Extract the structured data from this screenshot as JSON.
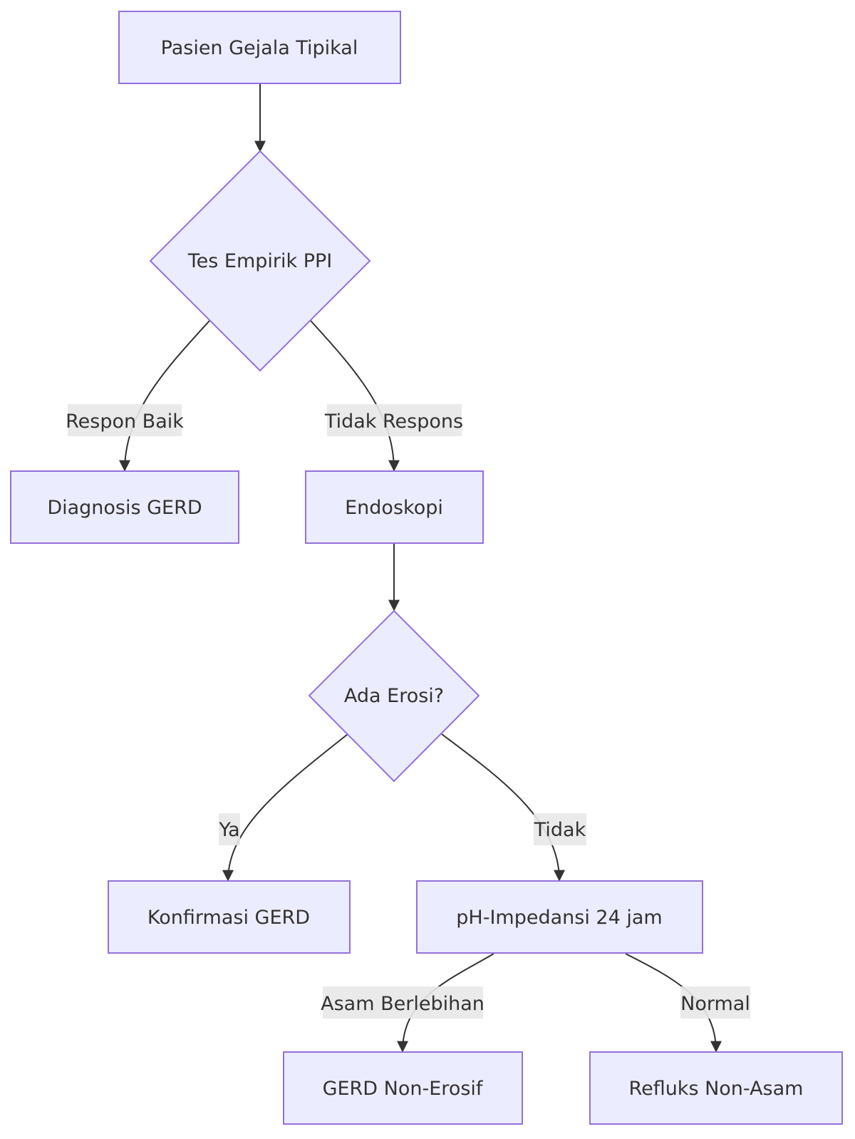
{
  "colors": {
    "node_fill": "#ECECFF",
    "node_stroke": "#9370DB",
    "edge": "#333333",
    "label_bg": "#e8e8e8",
    "text": "#333333"
  },
  "nodes": {
    "start": "Pasien Gejala Tipikal",
    "ppi_test": "Tes Empirik PPI",
    "gerd_diagnosis": "Diagnosis GERD",
    "endoscopy": "Endoskopi",
    "erosion": "Ada Erosi?",
    "gerd_confirm": "Konfirmasi GERD",
    "ph_impedance": "pH-Impedansi 24 jam",
    "nerd": "GERD Non-Erosif",
    "non_acid": "Refluks Non-Asam"
  },
  "edges": {
    "good_response": "Respon Baik",
    "no_response": "Tidak Respons",
    "yes": "Ya",
    "no": "Tidak",
    "excess_acid": "Asam Berlebihan",
    "normal": "Normal"
  }
}
